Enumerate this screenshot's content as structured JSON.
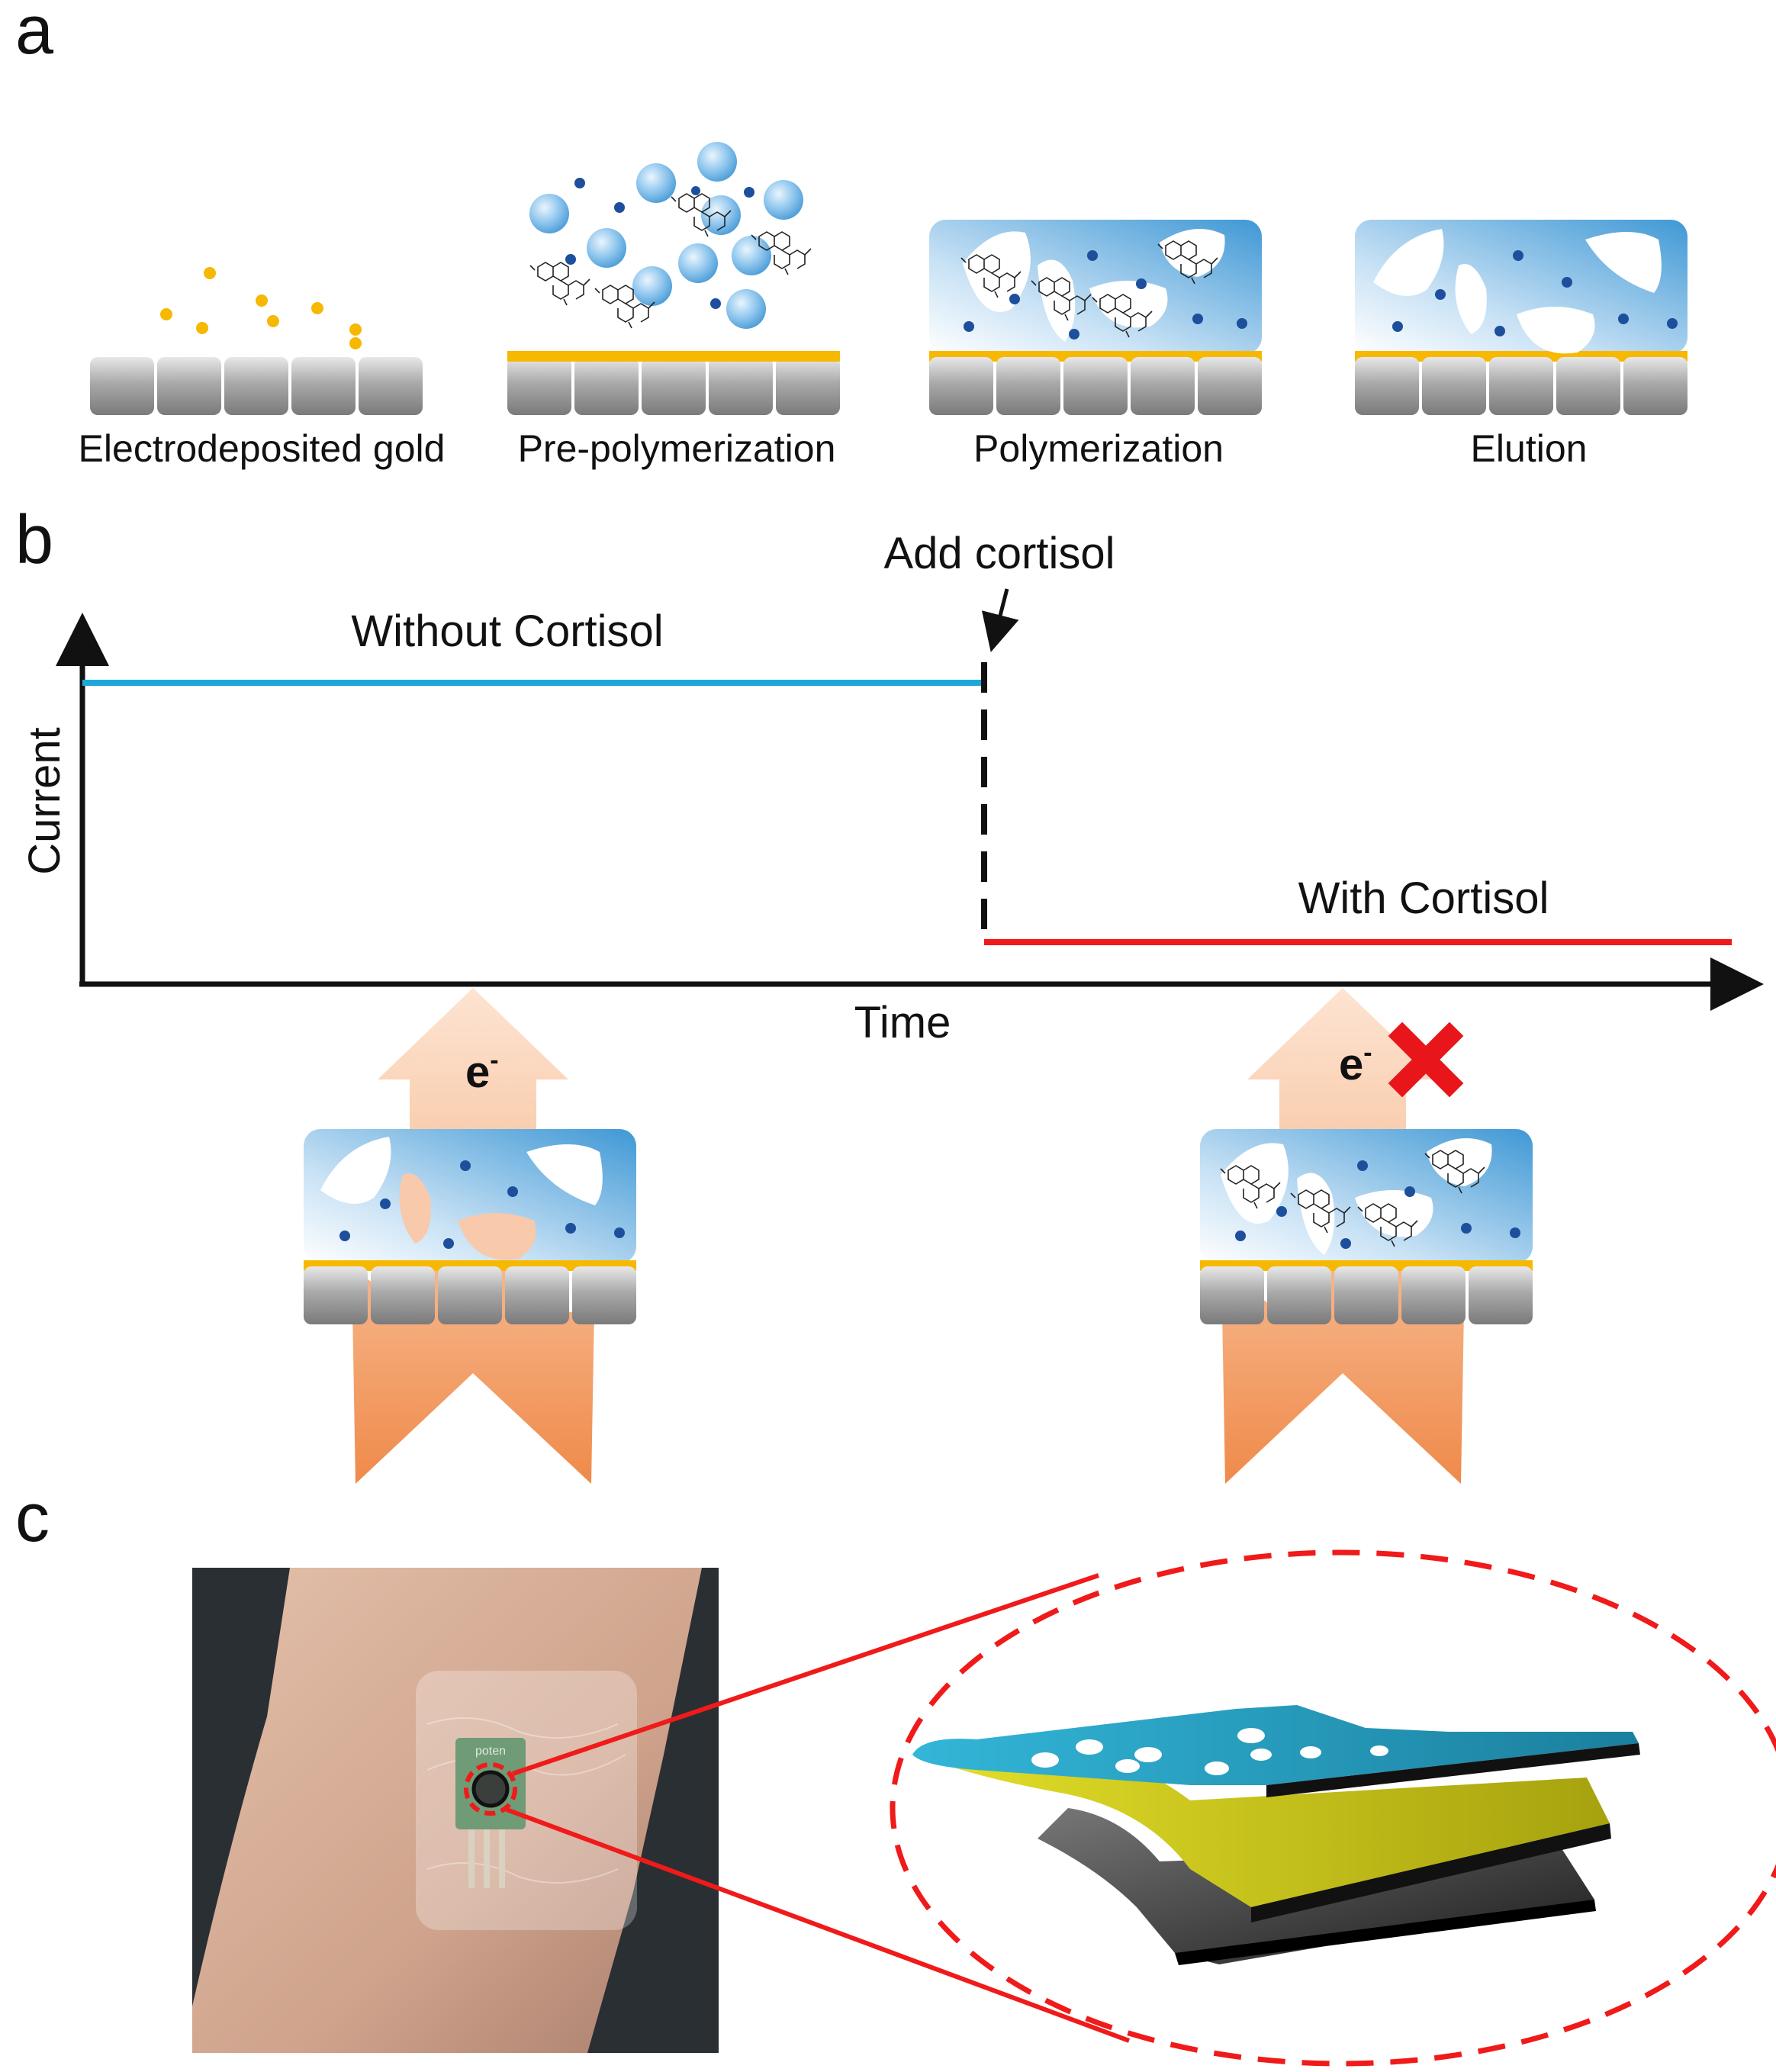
{
  "panels": {
    "a": "a",
    "b": "b",
    "c": "c"
  },
  "steps": [
    {
      "label": "Electrodeposited gold"
    },
    {
      "label": "Pre-polymerization"
    },
    {
      "label": "Polymerization"
    },
    {
      "label": "Elution"
    }
  ],
  "graph": {
    "annotation": "Add cortisol",
    "line_without": "Without Cortisol",
    "line_with": "With Cortisol",
    "ylabel": "Current",
    "xlabel": "Time",
    "electron": "e",
    "electron_sup": "-"
  },
  "chip_text": "poten",
  "colors": {
    "gold": "#f6b800",
    "hydrogel_light": "#e9f3fb",
    "hydrogel_dark": "#4ea2d8",
    "dot": "#1d4f9c",
    "without_line": "#1ba8d8",
    "with_line": "#f01a1a",
    "arrow_orange": "#f39a5c",
    "cross": "#e8161b"
  }
}
